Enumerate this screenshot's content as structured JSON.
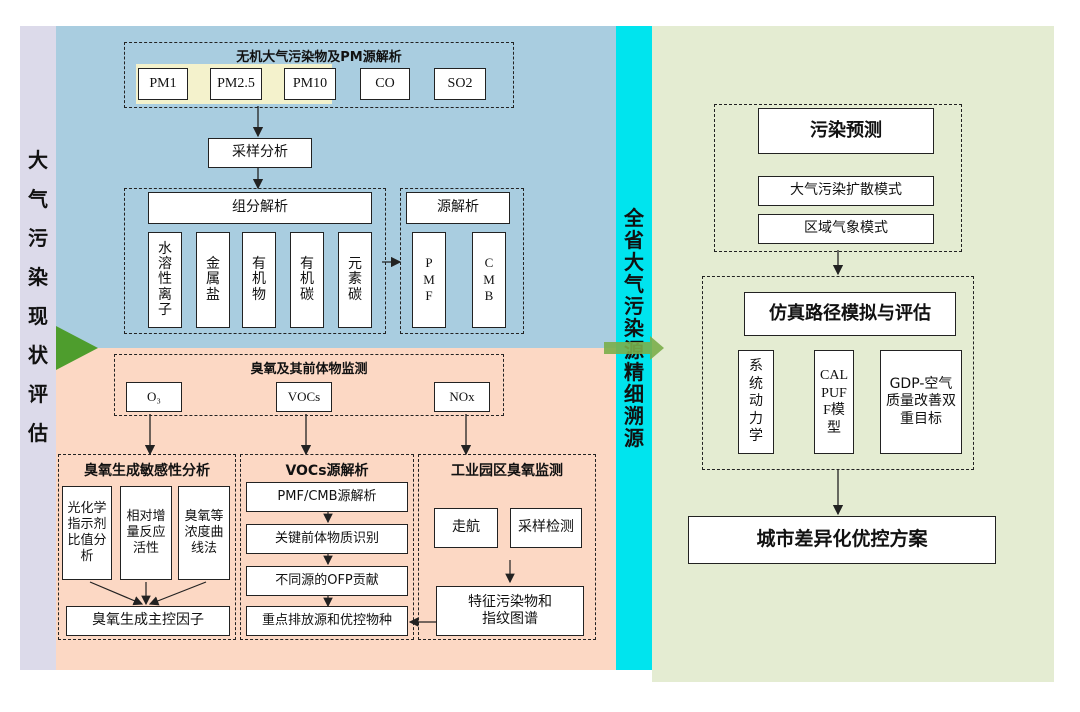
{
  "left_label": "大气污染现状评估",
  "center_label": "全省大气污染源精细溯源",
  "top_section": {
    "title": "无机大气污染物及PM源解析",
    "pollutants": [
      "PM1",
      "PM2.5",
      "PM10",
      "CO",
      "SO2"
    ],
    "sampling": "采样分析",
    "component_title": "组分解析",
    "components": [
      "水溶性离子",
      "金属盐",
      "有机物",
      "有机碳",
      "元素碳"
    ],
    "source_title": "源解析",
    "sources": [
      "PMF",
      "CMB"
    ]
  },
  "ozone_section": {
    "title": "臭氧及其前体物监测",
    "items": [
      "O₃",
      "VOCs",
      "NOx"
    ],
    "sensitivity": {
      "title": "臭氧生成敏感性分析",
      "methods": [
        "光化学指示剂比值分析",
        "相对增量反应活性",
        "臭氧等浓度曲线法"
      ],
      "result": "臭氧生成主控因子"
    },
    "vocs": {
      "title": "VOCs源解析",
      "steps": [
        "PMF/CMB源解析",
        "关键前体物质识别",
        "不同源的OFP贡献",
        "重点排放源和优控物种"
      ]
    },
    "industrial": {
      "title": "工业园区臭氧监测",
      "methods": [
        "走航",
        "采样检测"
      ],
      "result": "特征污染物和指纹图谱"
    }
  },
  "right_section": {
    "prediction_title": "污染预测",
    "models": [
      "大气污染扩散模式",
      "区域气象模式"
    ],
    "simulation_title": "仿真路径模拟与评估",
    "sim_methods": [
      "系统动力学",
      "CALPUFF模型",
      "GDP-空气质量改善双重目标"
    ],
    "final": "城市差异化优控方案"
  },
  "colors": {
    "left_strip": "#dcdaea",
    "top_bg": "#a9cde0",
    "bottom_bg": "#fcd8c4",
    "center_strip": "#00e4ee",
    "right_bg": "#e4ecd2",
    "highlight": "#f4f2cc",
    "arrow_green": "#4e9d2d"
  }
}
